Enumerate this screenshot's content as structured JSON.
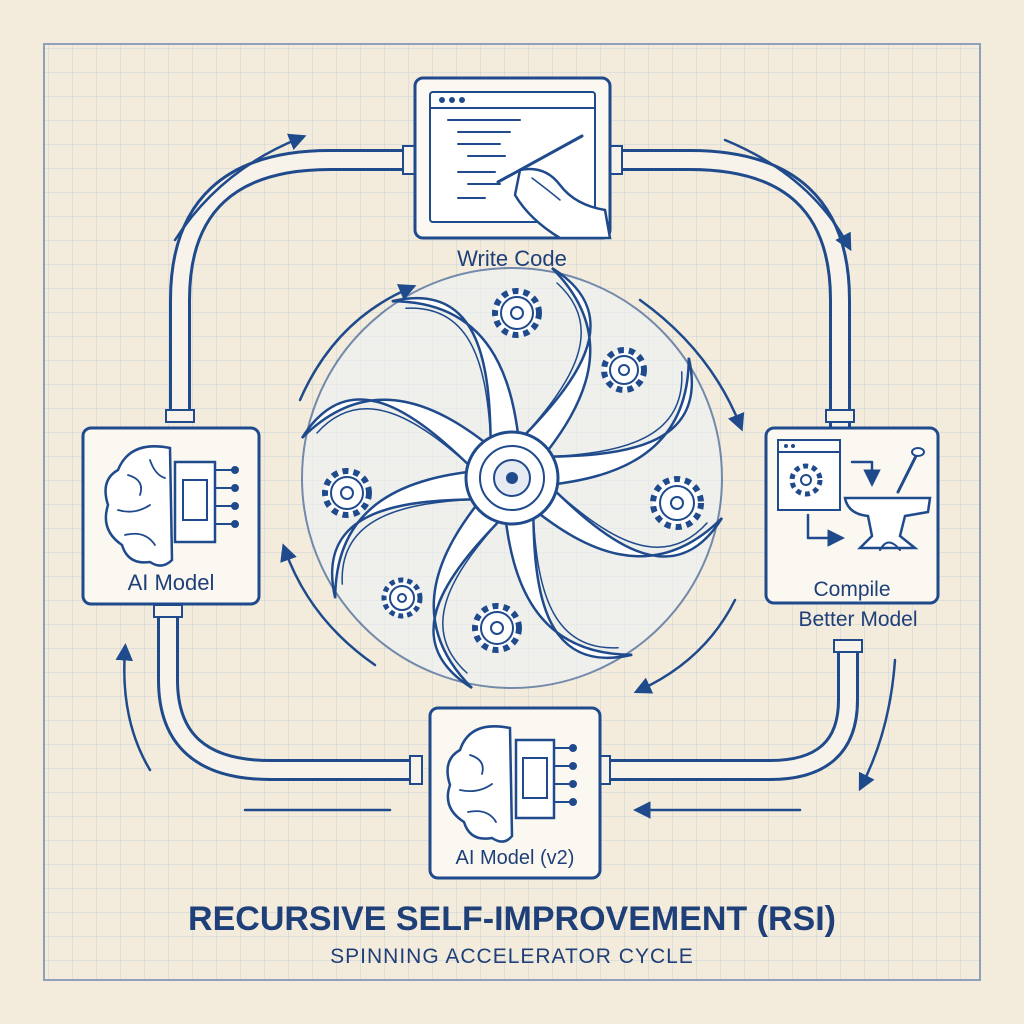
{
  "nodes": {
    "write_code": {
      "label": "Write Code"
    },
    "ai_model": {
      "label": "AI Model"
    },
    "compile": {
      "label_line1": "Compile",
      "label_line2": "Better Model"
    },
    "ai_model_v2": {
      "label": "AI Model (v2)"
    }
  },
  "title": "RECURSIVE SELF-IMPROVEMENT (RSI)",
  "subtitle": "SPINNING ACCELERATOR CYCLE",
  "colors": {
    "ink": "#1f4a8c",
    "paper": "#f3ecdc",
    "grid": "#c9cfd8",
    "title": "#1f3f78"
  },
  "icons": [
    "code-window-icon",
    "writing-hand-icon",
    "brain-chip-icon",
    "gear-icon",
    "anvil-icon",
    "spinning-turbine-icon"
  ]
}
